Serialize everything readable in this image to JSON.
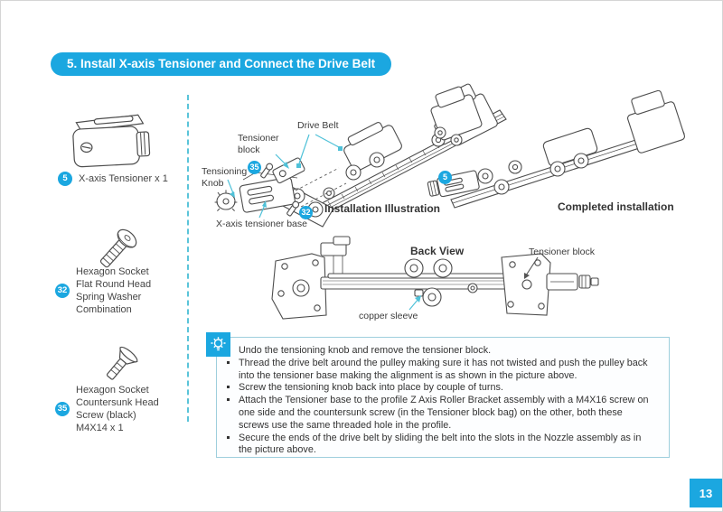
{
  "page": {
    "title": "5. Install X-axis Tensioner and Connect the Drive Belt",
    "page_number": "13"
  },
  "colors": {
    "accent_blue": "#1ba7e0",
    "arrow_teal": "#4fc1d8",
    "line_art": "#4d4d4d"
  },
  "parts": [
    {
      "badge": "5",
      "label": "X-axis Tensioner x 1"
    },
    {
      "badge": "32",
      "label": "Hexagon Socket\nFlat Round Head\nSpring Washer\nCombination"
    },
    {
      "badge": "35",
      "label": "Hexagon Socket\nCountersunk Head\nScrew (black)\nM4X14 x 1"
    }
  ],
  "diagram": {
    "labels": {
      "drive_belt": "Drive Belt",
      "tensioner_block": "Tensioner\nblock",
      "tensioning_knob": "Tensioning\nKnob",
      "x_axis_tensioner_base": "X-axis tensioner base",
      "back_view_tensioner_block": "Tensioner block",
      "copper_sleeve": "copper sleeve"
    },
    "badges": {
      "exploded_35": "35",
      "exploded_32": "32",
      "completed_5": "5"
    },
    "captions": {
      "installation": "Installation Illustration",
      "completed": "Completed installation",
      "back_view": "Back View"
    }
  },
  "tips": {
    "icon": "lightbulb-icon",
    "items": [
      "Undo the tensioning knob and remove the tensioner block.",
      "Thread the drive belt around the pulley making sure it has not twisted and push the pulley back into the tensioner base making the alignment is as shown in the picture above.",
      "Screw the tensioning knob back into place by couple of turns.",
      "Attach the Tensioner base to the profile Z Axis Roller Bracket assembly with a M4X16 screw on one side and the countersunk screw (in the Tensioner block bag) on the other, both these screws use the same threaded hole in the profile.",
      "Secure the ends of the drive belt by sliding the belt into the slots in the Nozzle assembly as in the picture above."
    ]
  }
}
